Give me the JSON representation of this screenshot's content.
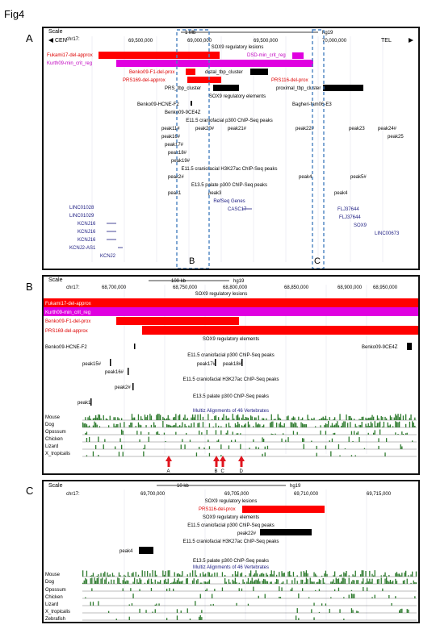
{
  "figure": {
    "title": "Fig4"
  },
  "colors": {
    "red": "#ff0000",
    "magenta": "#e000e0",
    "black": "#000000",
    "navy": "#1a1a80",
    "green": "#2d7a2d",
    "dashed": "#4a82c0",
    "arrow": "#e0141e"
  },
  "panelA": {
    "letter": "A",
    "scale_label": "Scale",
    "scale_value": "1 Mb",
    "assembly": "hg19",
    "chrom": "chr17:",
    "cen": "CEN",
    "tel": "TEL",
    "ticks": [
      "69,500,000",
      "69,000,000",
      "69,500,000",
      "70,000,000"
    ],
    "tracks": {
      "lesions_title": "SOX9 regulatory lesions",
      "fukami": "Fukami17-del-approx",
      "kurth": "Kurth09-min_crit_reg",
      "dsd": "DSD-min_crit_reg",
      "benko": "Benko09-F1-del-prox",
      "distal": "distal_tbp_cluster",
      "prs116": "PRS116-del-prox",
      "prs169": "PRS169-del-approx",
      "prs_tbp": "PRS_tbp_cluster",
      "proximal": "proximal_tbp_cluster",
      "elements_title": "SOX9 regulatory elements",
      "hcne": "Benko09-HCNE-F2",
      "ce4z": "Benko09-9CE4Z",
      "bagheri": "Bagheri-fam06-E3",
      "p300_title": "E11.5 craniofacial p300 ChIP-Seq peaks",
      "h3k27_title": "E11.5 craniofacial H3K27ac ChIP-Seq peaks",
      "palate_title": "E13.5 palate p300 ChIP-Seq peaks",
      "refseq_title": "RefSeq Genes"
    },
    "peaks_p300": [
      "peak11#",
      "peak20#",
      "peak21#",
      "peak22#",
      "peak23",
      "peak24#",
      "peak25",
      "peak16#",
      "peak17#",
      "peak18#",
      "peak19#"
    ],
    "peaks_h3k": [
      "peak2#",
      "peak4",
      "peak5#"
    ],
    "peaks_palate": [
      "peak1",
      "peak3",
      "peak4"
    ],
    "genes_left": [
      "LINC01028",
      "LINC01029",
      "KCNJ16",
      "KCNJ16",
      "KCNJ16",
      "KCNJ2-AS1",
      "KCNJ2"
    ],
    "genes_mid": [
      "CASC17"
    ],
    "genes_right": [
      "FLJ37644",
      "FLJ37644",
      "SOX9",
      "LINC00673"
    ],
    "zoom_b": "B",
    "zoom_c": "C"
  },
  "panelB": {
    "letter": "B",
    "scale_label": "Scale",
    "scale_value": "100 kb",
    "assembly": "hg19",
    "chrom": "chr17:",
    "ticks": [
      "68,700,000",
      "68,750,000",
      "68,800,000",
      "68,850,000",
      "68,900,000",
      "68,950,000"
    ],
    "lesions_title": "SOX9 regulatory lesions",
    "fukami": "Fukami17-del-approx",
    "kurth": "Kurth09-min_crit_reg",
    "benko": "Benko09-F1-del-prox",
    "prs169": "PRS169-del-approx",
    "elements_title": "SOX9 regulatory elements",
    "hcne": "Benko09-HCNE-F2",
    "ce4z": "Benko09-9CE4Z",
    "p300_title": "E11.5 craniofacial p300 ChIP-Seq peaks",
    "peaks_p300": [
      "peak15#",
      "peak17#",
      "peak18#",
      "peak16#"
    ],
    "h3k27_title": "E11.5 craniofacial H3K27ac ChIP-Seq peaks",
    "peak2": "peak2#",
    "palate_title": "E13.5 palate p300 ChIP-Seq peaks",
    "peak1": "peak1",
    "multiz_title": "Multiz Alignments of 46 Vertebrates",
    "species": [
      "Mouse",
      "Dog",
      "Opossum",
      "Chicken",
      "Lizard",
      "X_tropicalis"
    ],
    "arrows": [
      "A",
      "B",
      "C",
      "D"
    ]
  },
  "panelC": {
    "letter": "C",
    "scale_label": "Scale",
    "scale_value": "10 kb",
    "assembly": "hg19",
    "chrom": "chr17:",
    "ticks": [
      "69,700,000",
      "69,705,000",
      "69,710,000",
      "69,715,000"
    ],
    "lesions_title": "SOX9 regulatory lesions",
    "prs116": "PRS116-del-prox",
    "elements_title": "SOX9 regulatory elements",
    "p300_title": "E11.5 craniofacial p300 ChIP-Seq peaks",
    "peak22": "peak22#",
    "h3k27_title": "E11.5 craniofacial H3K27ac ChIP-Seq peaks",
    "peak4": "peak4",
    "palate_title": "E13.5 palate p300 ChIP-Seq peaks",
    "multiz_title": "Multiz Alignments of 46 Vertebrates",
    "species": [
      "Mouse",
      "Dog",
      "Opossum",
      "Chicken",
      "Lizard",
      "X_tropicalis",
      "Zebrafish"
    ]
  }
}
